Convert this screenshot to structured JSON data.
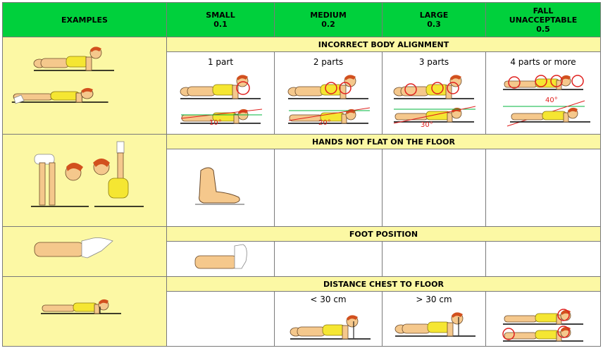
{
  "header": {
    "examples": "EXAMPLES",
    "small": {
      "label": "SMALL",
      "value": "0.1"
    },
    "medium": {
      "label": "MEDIUM",
      "value": "0.2"
    },
    "large": {
      "label": "LARGE",
      "value": "0.3"
    },
    "fall": {
      "label1": "FALL",
      "label2": "UNACCEPTABLE",
      "value": "0.5"
    }
  },
  "sections": {
    "alignment": {
      "title": "INCORRECT BODY ALIGNMENT",
      "small": "1 part",
      "medium": "2 parts",
      "large": "3 parts",
      "fall": "4 parts or more",
      "angles": {
        "small": "10°",
        "medium": "20°",
        "large": "30°",
        "fall": "40°"
      }
    },
    "hands": {
      "title": "HANDS NOT FLAT ON THE FLOOR"
    },
    "foot": {
      "title": "FOOT POSITION"
    },
    "distance": {
      "title": "DISTANCE CHEST TO FLOOR",
      "medium": "< 30 cm",
      "large": "> 30 cm"
    }
  },
  "colors": {
    "header_green": "#00d03c",
    "example_yellow": "#fcf8a4",
    "skin": "#f5c88c",
    "shirt": "#f5e632",
    "hair": "#d2501e",
    "error_red": "#e0201e",
    "reference_green": "#00b43c"
  }
}
